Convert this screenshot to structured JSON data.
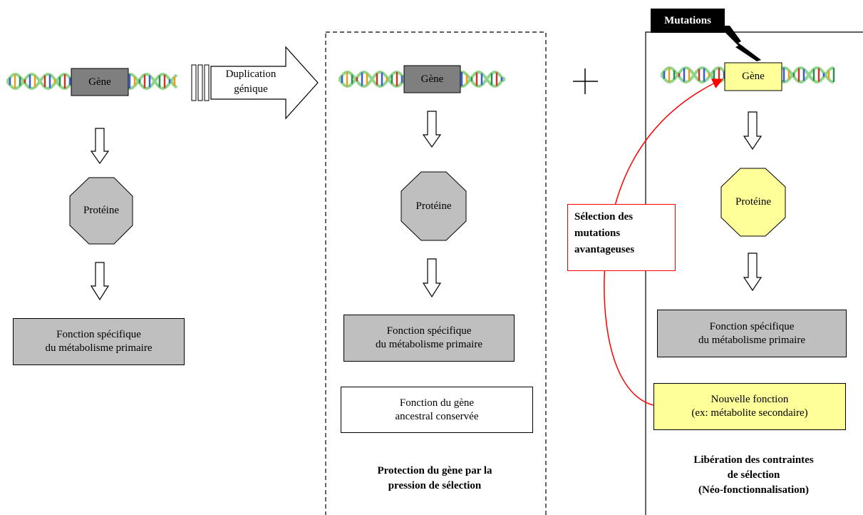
{
  "left_panel": {
    "gene": "Gène",
    "protein": "Protéine",
    "function_line1": "Fonction spécifique",
    "function_line2": "du métabolisme primaire"
  },
  "duplication_arrow": {
    "line1": "Duplication",
    "line2": "génique"
  },
  "middle_panel": {
    "gene": "Gène",
    "protein": "Protéine",
    "function_line1": "Fonction spécifique",
    "function_line2": "du métabolisme primaire",
    "conserved_line1": "Fonction du gène",
    "conserved_line2": "ancestral conservée",
    "caption_line1": "Protection du gène par la",
    "caption_line2": "pression de sélection"
  },
  "plus_sign": "+",
  "right_panel": {
    "mutations_label": "Mutations",
    "gene": "Gène",
    "protein": "Protéine",
    "function_line1": "Fonction spécifique",
    "function_line2": "du métabolisme primaire",
    "new_function_line1": "Nouvelle fonction",
    "new_function_line2": "(ex: métabolite secondaire)",
    "caption_line1": "Libération des contraintes",
    "caption_line2": "de sélection",
    "caption_line3": "(Néo-fonctionnalisation)"
  },
  "selection_box": {
    "line1": "Sélection des",
    "line2": "mutations",
    "line3": "avantageuses"
  },
  "colors": {
    "grey_fill": "#bfbfbf",
    "yellow_fill": "#ffff99",
    "selection_red": "#ff0000",
    "dna_green": "#8fd68a"
  }
}
